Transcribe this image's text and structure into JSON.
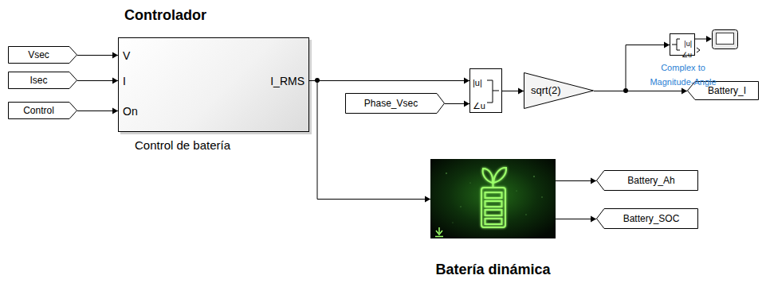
{
  "diagram": {
    "nodes": [
      {
        "text": [
          "Vsec"
        ]
      },
      {
        "text": [
          "Isec"
        ]
      },
      {
        "text": [
          "Control"
        ]
      },
      {
        "text": [
          "Controlador",
          "V",
          "I",
          "On",
          "I_RMS",
          "Control de batería"
        ]
      },
      {
        "text": [
          "Phase_Vsec"
        ]
      },
      {
        "text": [
          "|u|",
          "∠u"
        ]
      },
      {
        "text": [
          "sqrt(2)"
        ]
      },
      {
        "text": [
          "|u|",
          "∠u",
          "Complex to Magnitude-Angle"
        ]
      },
      {
        "text": [
          "Battery_I"
        ]
      },
      {
        "text": [
          "Batería dinámica"
        ]
      },
      {
        "text": [
          "Battery_Ah"
        ]
      },
      {
        "text": [
          "Battery_SOC"
        ]
      }
    ],
    "edges": [
      {
        "from": 0,
        "to": 3,
        "arrow": "to"
      },
      {
        "from": 1,
        "to": 3,
        "arrow": "to"
      },
      {
        "from": 2,
        "to": 3,
        "arrow": "to"
      },
      {
        "from": 3,
        "to": 5,
        "arrow": "to"
      },
      {
        "from": 4,
        "to": 5,
        "arrow": "to"
      },
      {
        "from": 5,
        "to": 6,
        "arrow": "to"
      },
      {
        "from": 6,
        "to": 7,
        "arrow": "to"
      },
      {
        "from": 6,
        "to": 8,
        "arrow": "to"
      },
      {
        "from": 3,
        "to": 9,
        "arrow": "to"
      },
      {
        "from": 9,
        "to": 10,
        "arrow": "to"
      },
      {
        "from": 9,
        "to": 11,
        "arrow": "to"
      }
    ]
  }
}
